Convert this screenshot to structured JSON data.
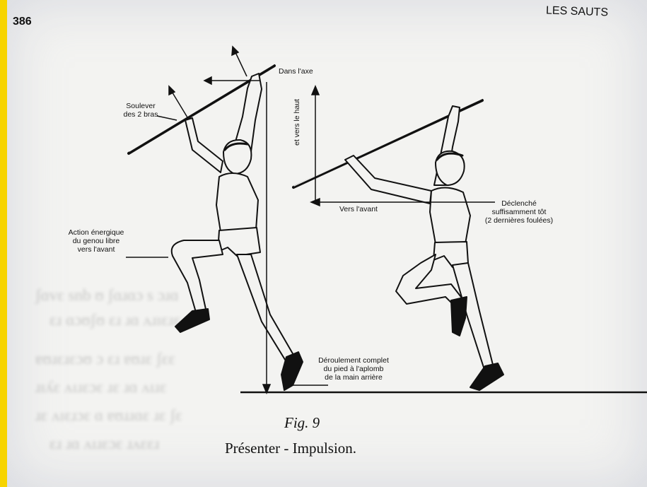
{
  "header": {
    "page_number": "386",
    "section_title": "LES SAUTS"
  },
  "figure": {
    "labels": {
      "dans_axe": "Dans l'axe",
      "et_vers_le_haut": "et vers le haut",
      "soulever_line1": "Soulever",
      "soulever_line2": "des 2 bras",
      "vers_avant": "Vers l'avant",
      "declenche_line1": "Déclenché",
      "declenche_line2": "suffisamment tôt",
      "declenche_line3": "(2 dernières foulées)",
      "action_line1": "Action énergique",
      "action_line2": "du genou libre",
      "action_line3": "vers l'avant",
      "deroulement_line1": "Déroulement complet",
      "deroulement_line2": "du pied à l'aplomb",
      "deroulement_line3": "de la main arrière"
    },
    "caption_number": "Fig. 9",
    "caption_title": "Présenter - Impulsion."
  },
  "colors": {
    "border": "#f7d400",
    "paper": "#f3f3f1",
    "ink": "#111111"
  }
}
